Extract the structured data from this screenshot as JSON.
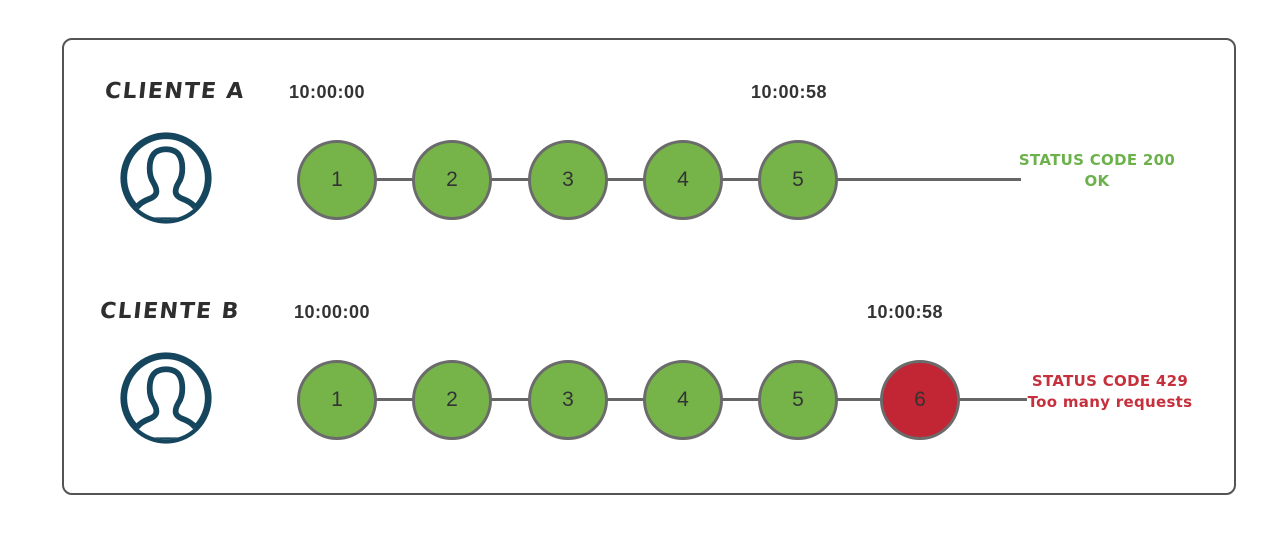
{
  "colors": {
    "success_node_fill": "#76b44a",
    "error_node_fill": "#c22533",
    "node_border": "#6b6b6b",
    "connector_line": "#666666",
    "status_success_text": "#6cb14c",
    "status_error_text": "#c5303c",
    "avatar_navy": "#16455e",
    "frame_border": "#545454",
    "dark_text": "#333333"
  },
  "rows": [
    {
      "label": "CLIENTE A",
      "icon": "user-avatar-icon",
      "start_time": "10:00:00",
      "end_time": "10:00:58",
      "requests": [
        {
          "label": "1",
          "state": "success"
        },
        {
          "label": "2",
          "state": "success"
        },
        {
          "label": "3",
          "state": "success"
        },
        {
          "label": "4",
          "state": "success"
        },
        {
          "label": "5",
          "state": "success"
        }
      ],
      "status": {
        "line1": "STATUS CODE 200",
        "line2": "OK",
        "state": "success"
      }
    },
    {
      "label": "CLIENTE B",
      "icon": "user-avatar-icon",
      "start_time": "10:00:00",
      "end_time": "10:00:58",
      "requests": [
        {
          "label": "1",
          "state": "success"
        },
        {
          "label": "2",
          "state": "success"
        },
        {
          "label": "3",
          "state": "success"
        },
        {
          "label": "4",
          "state": "success"
        },
        {
          "label": "5",
          "state": "success"
        },
        {
          "label": "6",
          "state": "error"
        }
      ],
      "status": {
        "line1": "STATUS CODE 429",
        "line2": "Too many requests",
        "state": "error"
      }
    }
  ]
}
